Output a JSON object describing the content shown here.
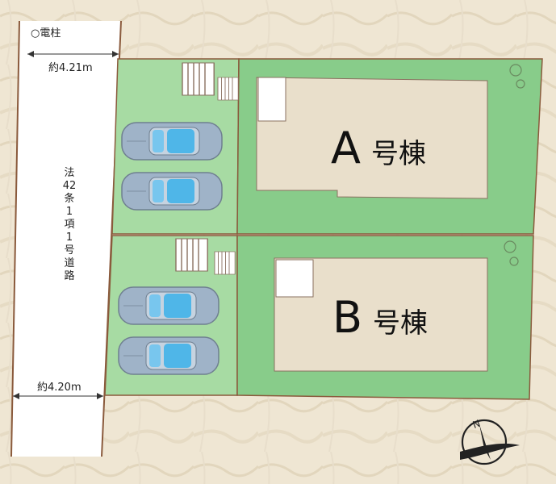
{
  "labels": {
    "utility_pole": "○電柱",
    "road_width_top": "約4.21m",
    "road_width_bottom": "約4.20m",
    "road_type_chars": [
      "法",
      "42",
      "条",
      "1",
      "項",
      "1",
      "号",
      "道",
      "路"
    ]
  },
  "lots": [
    {
      "letter": "A",
      "suffix": "号棟"
    },
    {
      "letter": "B",
      "suffix": "号棟"
    }
  ],
  "compass": {
    "north_label": "N"
  },
  "colors": {
    "lot_green": "#88cc8a",
    "lot_green_light": "#a7dba3",
    "building": "#e9dfcb",
    "boundary": "#8a5a3c",
    "road": "#ffffff",
    "car_body": "#9fb3c8",
    "car_glass": "#4fb6e8"
  }
}
